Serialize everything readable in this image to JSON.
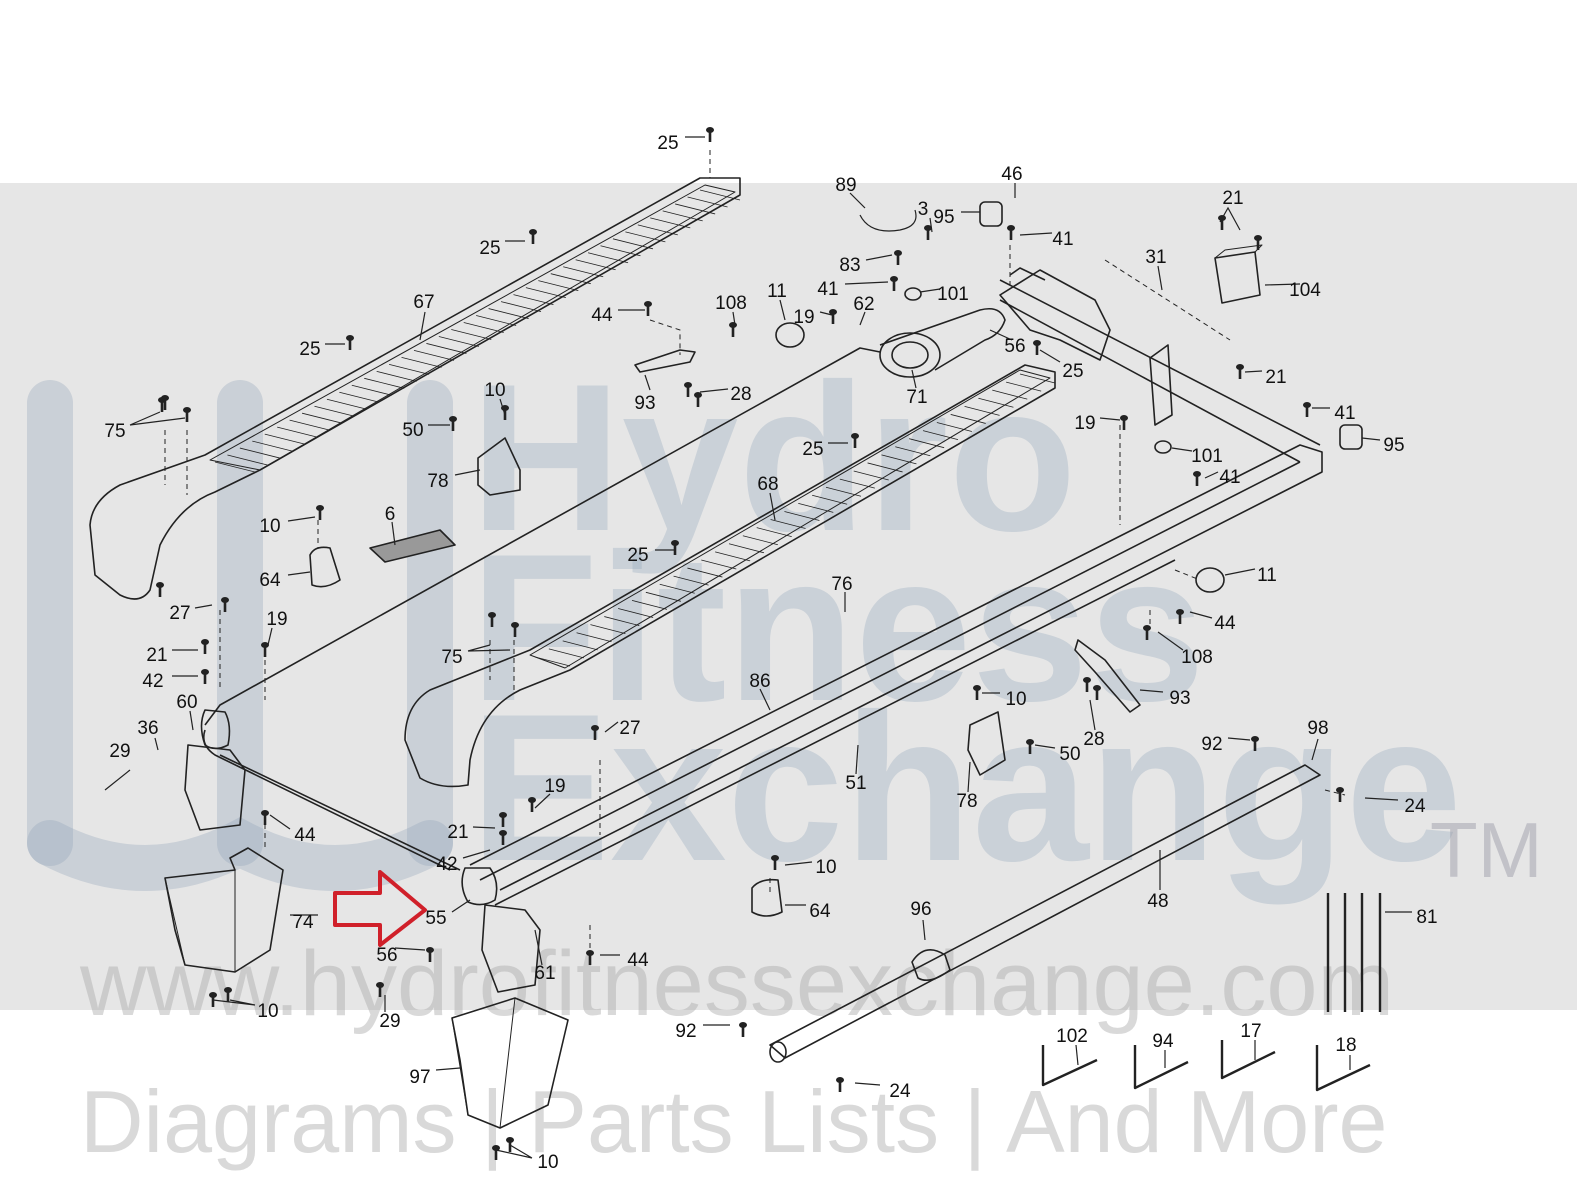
{
  "watermark": {
    "brand_line1": "Hydro",
    "brand_line2": "Fitness",
    "brand_line3": "Exchange",
    "trademark": "TM",
    "url": "www.hydrofitnessexchange.com",
    "tagline": "Diagrams | Parts Lists | And More"
  },
  "colors": {
    "background": "#ffffff",
    "watermark_band": "#e6e6e6",
    "line_art": "#222222",
    "callout_arrow": "#d0202a"
  },
  "callout": {
    "icon": "red-arrow-outline-icon",
    "points_to_part": "55"
  },
  "parts": [
    "25",
    "25",
    "25",
    "75",
    "67",
    "44",
    "108",
    "11",
    "19",
    "89",
    "3",
    "83",
    "41",
    "62",
    "71",
    "95",
    "46",
    "41",
    "101",
    "56",
    "25",
    "31",
    "21",
    "104",
    "21",
    "41",
    "95",
    "19",
    "101",
    "41",
    "93",
    "28",
    "10",
    "50",
    "78",
    "10",
    "6",
    "64",
    "68",
    "25",
    "25",
    "76",
    "11",
    "44",
    "108",
    "27",
    "19",
    "21",
    "42",
    "60",
    "36",
    "29",
    "44",
    "75",
    "86",
    "27",
    "51",
    "10",
    "93",
    "28",
    "50",
    "78",
    "92",
    "98",
    "24",
    "19",
    "21",
    "42",
    "10",
    "64",
    "55",
    "61",
    "74",
    "56",
    "29",
    "10",
    "44",
    "97",
    "10",
    "96",
    "48",
    "81",
    "92",
    "24",
    "102",
    "94",
    "17",
    "18"
  ]
}
